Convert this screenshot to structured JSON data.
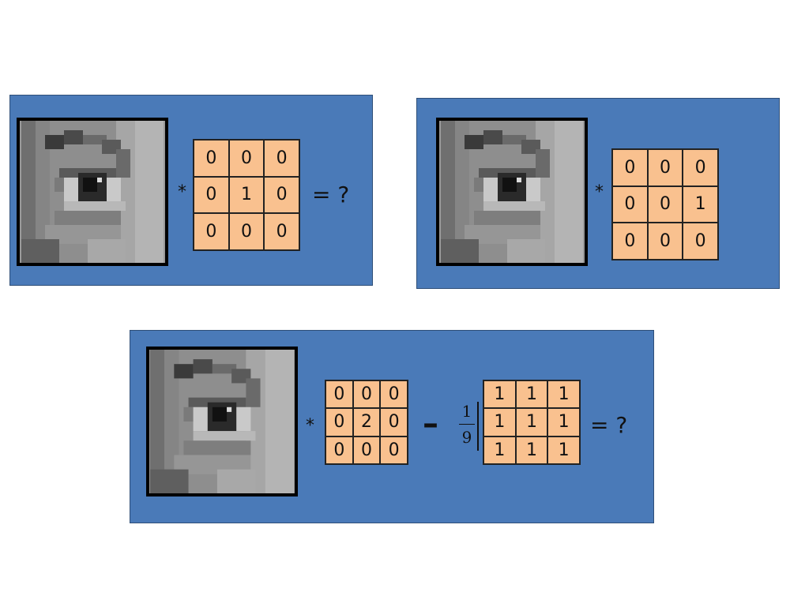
{
  "panels": [
    {
      "kernel": [
        [
          "0",
          "0",
          "0"
        ],
        [
          "0",
          "1",
          "0"
        ],
        [
          "0",
          "0",
          "0"
        ]
      ],
      "op": "*",
      "result": "= ?"
    },
    {
      "kernel": [
        [
          "0",
          "0",
          "0"
        ],
        [
          "0",
          "0",
          "1"
        ],
        [
          "0",
          "0",
          "0"
        ]
      ],
      "op": "*"
    },
    {
      "kernel": [
        [
          "0",
          "0",
          "0"
        ],
        [
          "0",
          "2",
          "0"
        ],
        [
          "0",
          "0",
          "0"
        ]
      ],
      "op": "*",
      "minus": "–",
      "scale_num": "1",
      "scale_den": "9",
      "box_kernel": [
        [
          "1",
          "1",
          "1"
        ],
        [
          "1",
          "1",
          "1"
        ],
        [
          "1",
          "1",
          "1"
        ]
      ],
      "result": "= ?"
    }
  ],
  "colors": {
    "panel": "#4a7ab8",
    "matrix_cell": "#f9c18f"
  }
}
